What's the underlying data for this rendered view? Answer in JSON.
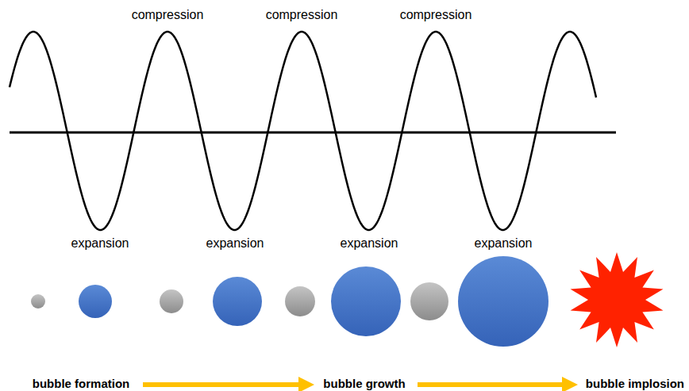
{
  "diagram": {
    "labels": [
      "compression",
      "compression",
      "compression",
      "expansion",
      "expansion",
      "expansion",
      "expansion",
      "bubble formation",
      "bubble growth",
      "bubble implosion"
    ]
  }
}
